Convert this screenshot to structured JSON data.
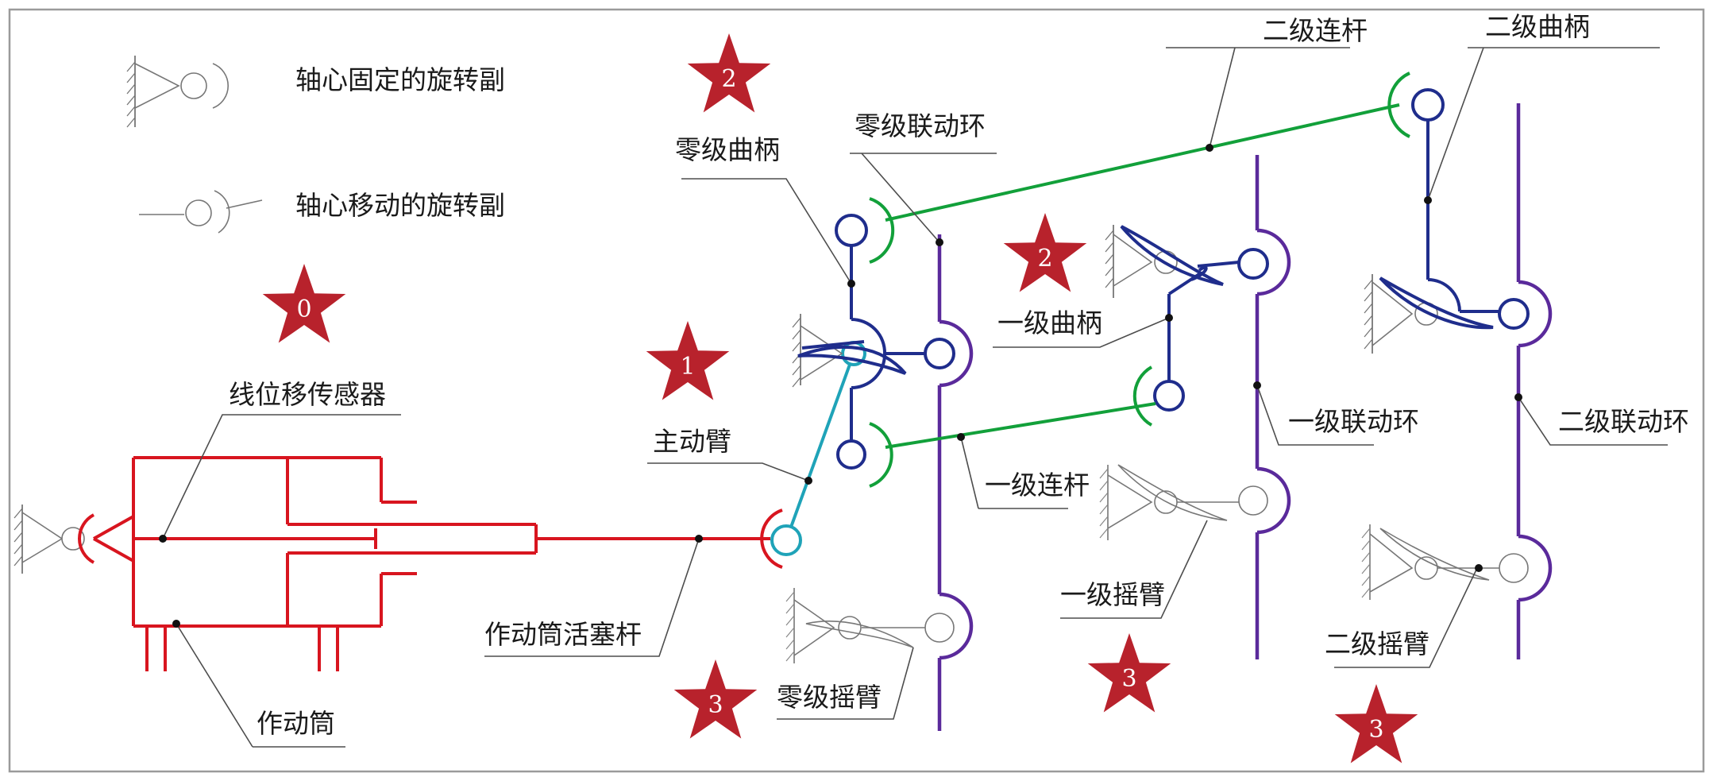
{
  "legend": {
    "fixed_pivot": "轴心固定的旋转副",
    "moving_pivot": "轴心移动的旋转副"
  },
  "labels": {
    "sensor": "线位移传感器",
    "cylinder": "作动筒",
    "piston_rod": "作动筒活塞杆",
    "main_arm": "主动臂",
    "crank0": "零级曲柄",
    "ring0": "零级联动环",
    "rocker0": "零级摇臂",
    "rod1": "一级连杆",
    "crank1": "一级曲柄",
    "ring1": "一级联动环",
    "rocker1": "一级摇臂",
    "rod2": "二级连杆",
    "crank2": "二级曲柄",
    "ring2": "二级联动环",
    "rocker2": "二级摇臂"
  },
  "stars": {
    "s0": "0",
    "s1": "1",
    "s2a": "2",
    "s2b": "2",
    "s3a": "3",
    "s3b": "3",
    "s3c": "3"
  },
  "colors": {
    "actuator": "#d8151f",
    "crank": "#1f2d8c",
    "ring": "#5a2a9b",
    "link_rod": "#12a03a",
    "main_arm": "#1fa3b8",
    "star": "#b8222c"
  }
}
